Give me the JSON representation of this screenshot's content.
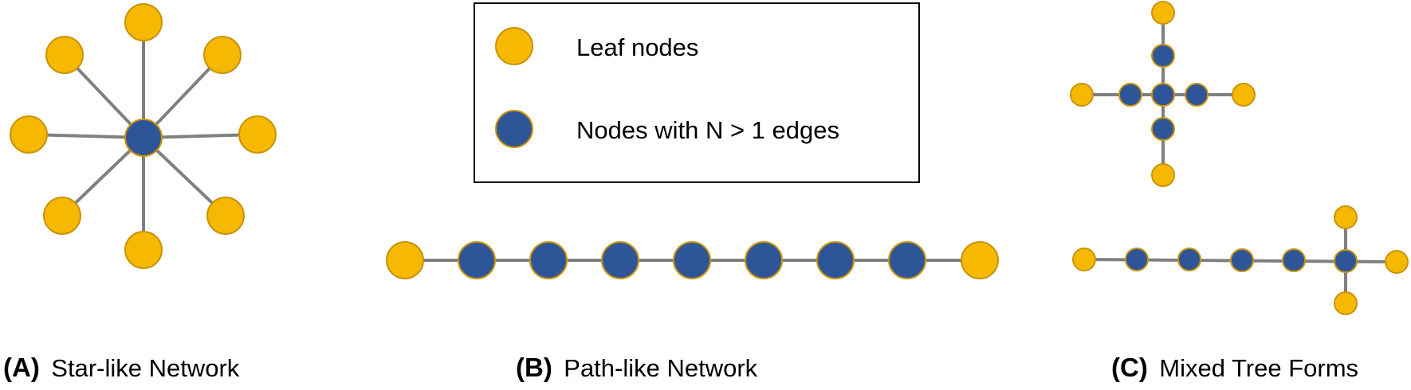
{
  "colors": {
    "leaf_node": "#f6b800",
    "hub_node": "#2e5597",
    "node_outline": "#c9940a",
    "edge": "#808080"
  },
  "legend": {
    "leaf_label": "Leaf nodes",
    "hub_label": "Nodes with N > 1 edges"
  },
  "panels": [
    {
      "id": "A",
      "letter": "(A)",
      "title": "Star-like Network"
    },
    {
      "id": "B",
      "letter": "(B)",
      "title": "Path-like Network"
    },
    {
      "id": "C",
      "letter": "(C)",
      "title": "Mixed Tree Forms"
    }
  ]
}
